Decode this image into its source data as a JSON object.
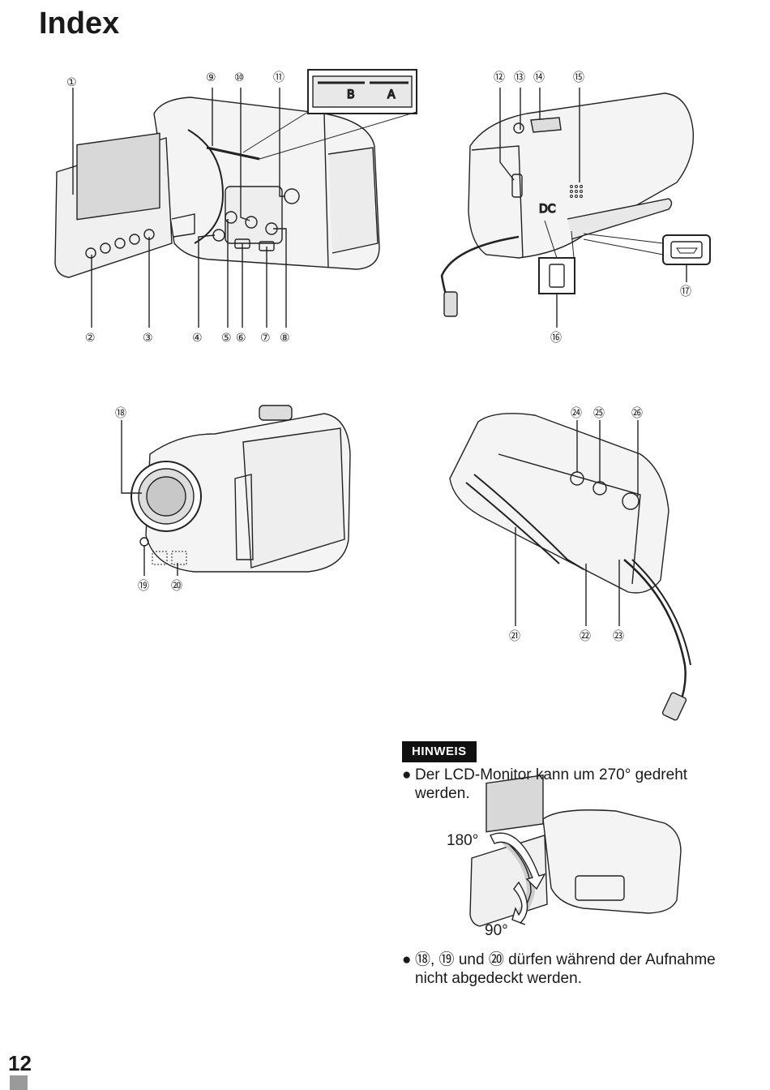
{
  "page": {
    "title": "Index",
    "page_number": "12"
  },
  "callouts": {
    "front_open": [
      "①",
      "②",
      "③",
      "④",
      "⑤",
      "⑥",
      "⑦",
      "⑧",
      "⑨",
      "⑩",
      "⑪"
    ],
    "slots": {
      "b": "B",
      "a": "A"
    },
    "side": [
      "⑫",
      "⑬",
      "⑭",
      "⑮",
      "⑯",
      "⑰"
    ],
    "dc_label": "DC",
    "front": [
      "⑱",
      "⑲",
      "⑳"
    ],
    "bottom": [
      "㉑",
      "㉒",
      "㉓",
      "㉔",
      "㉕",
      "㉖"
    ]
  },
  "note": {
    "badge": "HINWEIS",
    "bullet": "●",
    "item1": "Der LCD-Monitor kann um 270° gedreht werden.",
    "angle_top": "180°",
    "angle_bottom": "90°",
    "item2": "⑱, ⑲ und ⑳ dürfen während der Aufnahme nicht abgedeckt werden."
  }
}
